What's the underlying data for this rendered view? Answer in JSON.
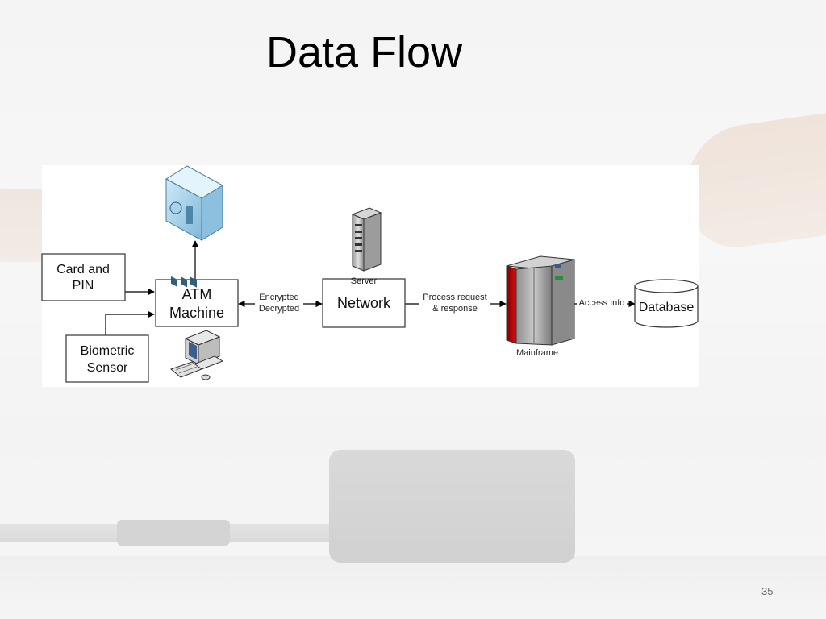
{
  "slide": {
    "title": "Data Flow",
    "page_number": "35"
  },
  "diagram": {
    "nodes": {
      "card_pin": {
        "line1": "Card and",
        "line2": "PIN"
      },
      "biometric": {
        "line1": "Biometric",
        "line2": "Sensor"
      },
      "atm": {
        "line1": "ATM",
        "line2": "Machine"
      },
      "network": {
        "label": "Network"
      },
      "server": {
        "label": "Server"
      },
      "mainframe": {
        "label": "Mainframe"
      },
      "database": {
        "label": "Database"
      }
    },
    "edges": {
      "atm_network": {
        "line1": "Encrypted",
        "line2": "Decrypted"
      },
      "network_mainframe": {
        "line1": "Process request",
        "line2": "& response"
      },
      "mainframe_database": {
        "label": "Access Info"
      }
    }
  }
}
